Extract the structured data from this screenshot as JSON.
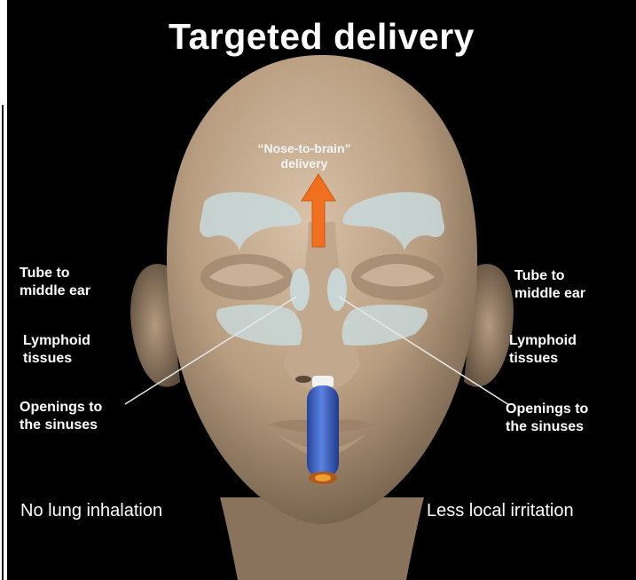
{
  "title": "Targeted delivery",
  "center_label": "“Nose-to-brain”\ndelivery",
  "left_labels": {
    "tube": "Tube to\nmiddle ear",
    "lymphoid": "Lymphoid\ntissues",
    "openings": "Openings to\nthe sinuses"
  },
  "right_labels": {
    "tube": "Tube to\nmiddle ear",
    "lymphoid": "Lymphoid\ntissues",
    "openings": "Openings to\nthe sinuses"
  },
  "bottom_left": "No lung inhalation",
  "bottom_right": "Less local irritation",
  "colors": {
    "background": "#000000",
    "skin": "#bfa58a",
    "sinus": "#c9dadd",
    "arrow": "#f07020",
    "device": "#3c62c4"
  }
}
